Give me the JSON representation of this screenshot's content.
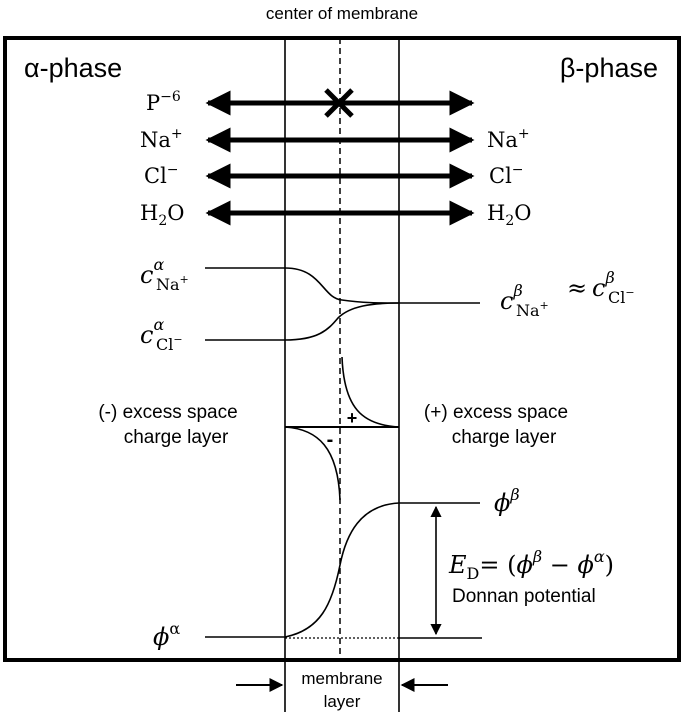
{
  "labels": {
    "center": "center of membrane",
    "alpha_phase": "α-phase",
    "beta_phase": "β-phase",
    "membrane": "membrane",
    "layer": "layer",
    "neg_layer_1": "(-) excess space",
    "neg_layer_2": "charge layer",
    "pos_layer_1": "(+) excess space",
    "pos_layer_2": "charge layer",
    "plus": "+",
    "minus": "-",
    "donnan": "Donnan potential"
  },
  "species": {
    "p_base": "P",
    "p_sup": "−6",
    "na_left_base": "Na",
    "na_left_sup": "+",
    "na_right_base": "Na",
    "na_right_sup": "+",
    "cl_left_base": "Cl",
    "cl_left_sup": "−",
    "cl_right_base": "Cl",
    "cl_right_sup": "−",
    "h2o_left_a": "H",
    "h2o_left_sub": "2",
    "h2o_left_b": "O",
    "h2o_right_a": "H",
    "h2o_right_sub": "2",
    "h2o_right_b": "O"
  },
  "concentrations": {
    "na_alpha_c": "c",
    "na_alpha_sup": "α",
    "na_alpha_sub": "Na",
    "na_alpha_subsup": "+",
    "cl_alpha_c": "c",
    "cl_alpha_sup": "α",
    "cl_alpha_sub": "Cl",
    "cl_alpha_subsup": "−",
    "beta_c1": "c",
    "beta_sup1": "β",
    "beta_sub1": "Na",
    "beta_subsup1": "+",
    "approx": "≈",
    "beta_c2": "c",
    "beta_sup2": "β",
    "beta_sub2": "Cl",
    "beta_subsup2": "−"
  },
  "potentials": {
    "phi_beta": "ϕ",
    "phi_beta_sup": "β",
    "phi_alpha": "ϕ",
    "phi_alpha_sup": "α",
    "ed_E": "E",
    "ed_sub": "D",
    "ed_eq": "= (",
    "ed_phi1": "ϕ",
    "ed_sup1": "β",
    "ed_minus": " − ",
    "ed_phi2": "ϕ",
    "ed_sup2": "α",
    "ed_close": ")"
  }
}
